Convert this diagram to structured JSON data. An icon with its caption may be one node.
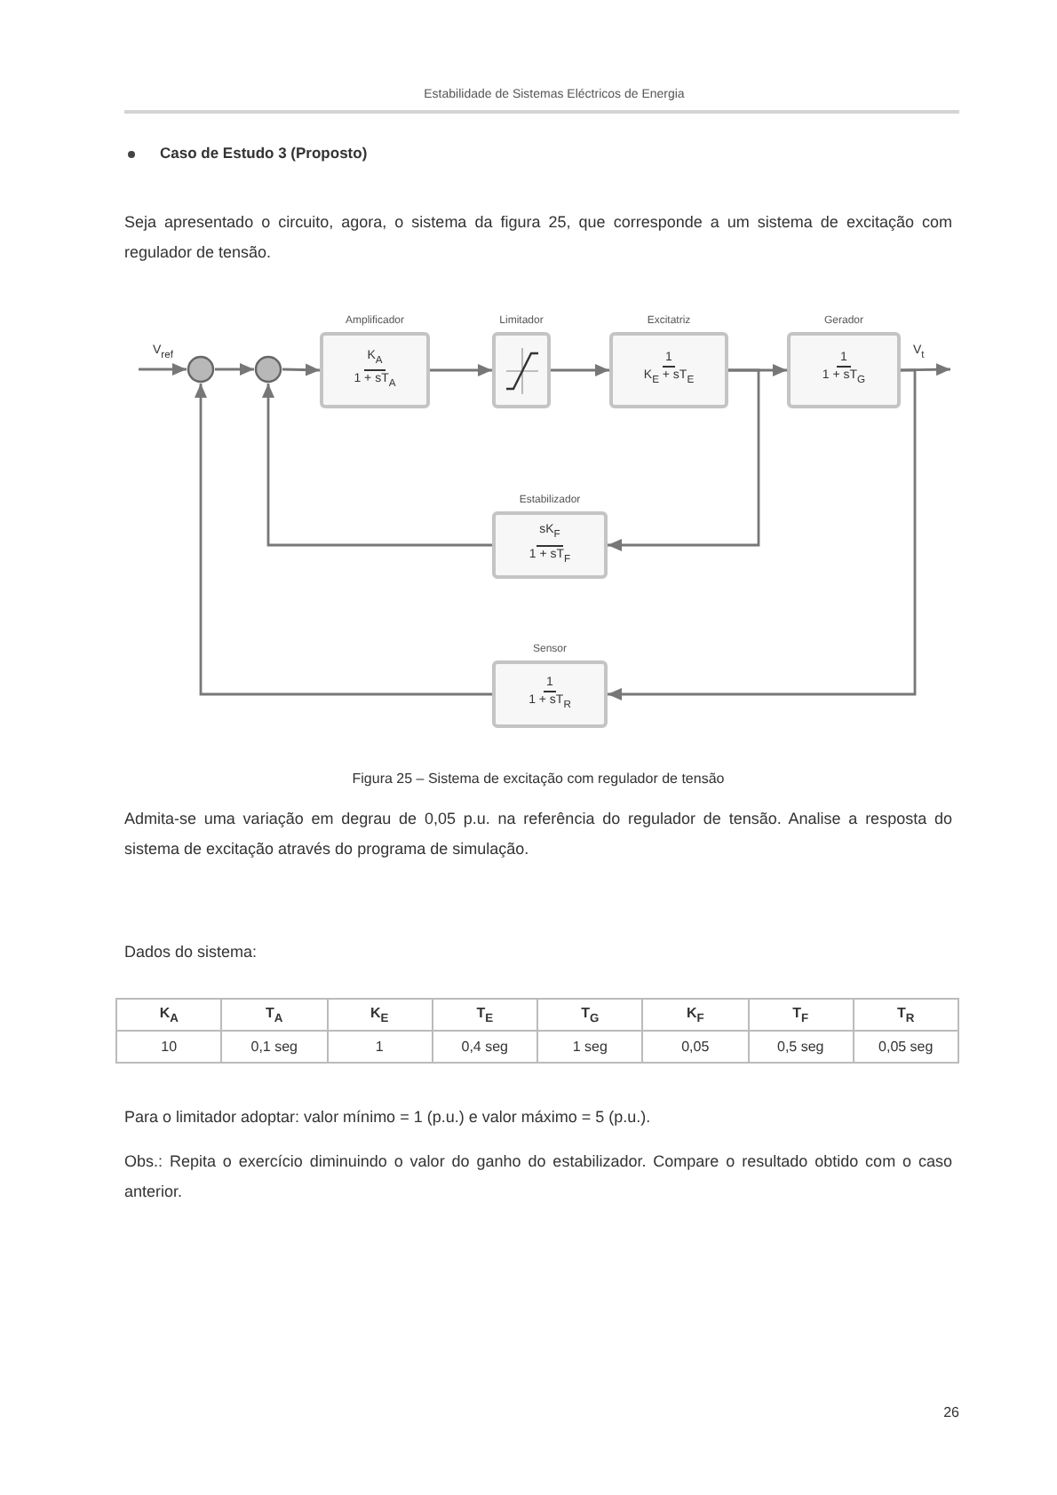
{
  "diagram": {
    "title": "Caso de Estudo 3 (Proposto)",
    "caption": "Figura 25 – Sistema de excitação com regulador de tensão",
    "nodes": [
      {
        "text": [],
        "shape": "circle"
      },
      {
        "text": [],
        "shape": "circle"
      },
      {
        "text": [
          "Amplificador",
          "K$_{A}$",
          "1 + sT$_{A}$"
        ]
      },
      {
        "text": [
          "Limitador"
        ]
      },
      {
        "text": [
          "Excitatriz",
          "1",
          "K$_{E}$ + sT$_{E}$"
        ]
      },
      {
        "text": [
          "Gerador",
          "1",
          "1 + sT$_{G}$"
        ]
      },
      {
        "text": [
          "Estabilizador",
          "sK$_{F}$",
          "1 + sT$_{F}$"
        ]
      },
      {
        "text": [
          "Sensor",
          "1",
          "1 + sT$_{R}$"
        ]
      }
    ],
    "edges": [
      {
        "from": null,
        "to": 0,
        "arrow": "to",
        "label": "V$_{ref}$"
      },
      {
        "from": 0,
        "to": 1,
        "arrow": "to"
      },
      {
        "from": 1,
        "to": 2,
        "arrow": "to"
      },
      {
        "from": 2,
        "to": 3,
        "arrow": "to"
      },
      {
        "from": 3,
        "to": 4,
        "arrow": "to"
      },
      {
        "from": 4,
        "to": 5,
        "arrow": "to"
      },
      {
        "from": 5,
        "to": null,
        "arrow": "to",
        "label": "V$_{t}$"
      },
      {
        "from": 4,
        "to": 6,
        "arrow": "to"
      },
      {
        "from": 6,
        "to": 1,
        "arrow": "to"
      },
      {
        "from": 5,
        "to": 7,
        "arrow": "to"
      },
      {
        "from": 7,
        "to": 0,
        "arrow": "to"
      }
    ],
    "labels": [
      "Estabilidade de Sistemas Eléctricos de Energia",
      "Seja apresentado o circuito, agora, o sistema da figura 25, que corresponde a um sistema de excitação com regulador de tensão.",
      "Admita-se uma variação em degrau de 0,05 p.u. na referência do regulador de tensão. Analise a resposta do sistema de excitação através do programa de simulação.",
      "Dados do sistema:",
      "K$_{A}$",
      "T$_{A}$",
      "K$_{E}$",
      "T$_{E}$",
      "T$_{G}$",
      "K$_{F}$",
      "T$_{F}$",
      "T$_{R}$",
      "10",
      "0,1 seg",
      "1",
      "0,4 seg",
      "1 seg",
      "0,05",
      "0,5 seg",
      "0,05 seg",
      "Para o limitador adoptar: valor mínimo = 1 (p.u.) e valor máximo = 5 (p.u.).",
      "Obs.: Repita o exercício diminuindo o valor do ganho do estabilizador. Compare o resultado obtido com o caso anterior.",
      "26"
    ]
  }
}
